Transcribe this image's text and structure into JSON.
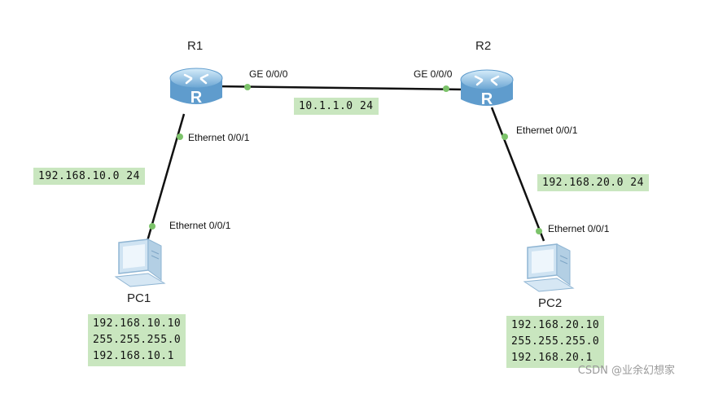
{
  "devices": {
    "r1": {
      "name": "R1"
    },
    "r2": {
      "name": "R2"
    },
    "pc1": {
      "name": "PC1"
    },
    "pc2": {
      "name": "PC2"
    }
  },
  "ports": {
    "r1_ge": "GE 0/0/0",
    "r2_ge": "GE 0/0/0",
    "r1_eth": "Ethernet 0/0/1",
    "r2_eth": "Ethernet 0/0/1",
    "pc1_eth": "Ethernet 0/0/1",
    "pc2_eth": "Ethernet 0/0/1"
  },
  "networks": {
    "r1_r2": "10.1.1.0 24",
    "r1_pc1": "192.168.10.0 24",
    "r2_pc2": "192.168.20.0 24"
  },
  "pc1_config": [
    "192.168.10.10",
    "255.255.255.0",
    "192.168.10.1"
  ],
  "pc2_config": [
    "192.168.20.10",
    "255.255.255.0",
    "192.168.20.1"
  ],
  "watermark": "CSDN @业余幻想家",
  "colors": {
    "label_bg": "#c9e6bf",
    "link": "#111111",
    "port_dot": "#7cc36a",
    "router_body": "#7fb0d6"
  },
  "icons": {
    "router": "router-icon",
    "pc": "pc-icon"
  }
}
